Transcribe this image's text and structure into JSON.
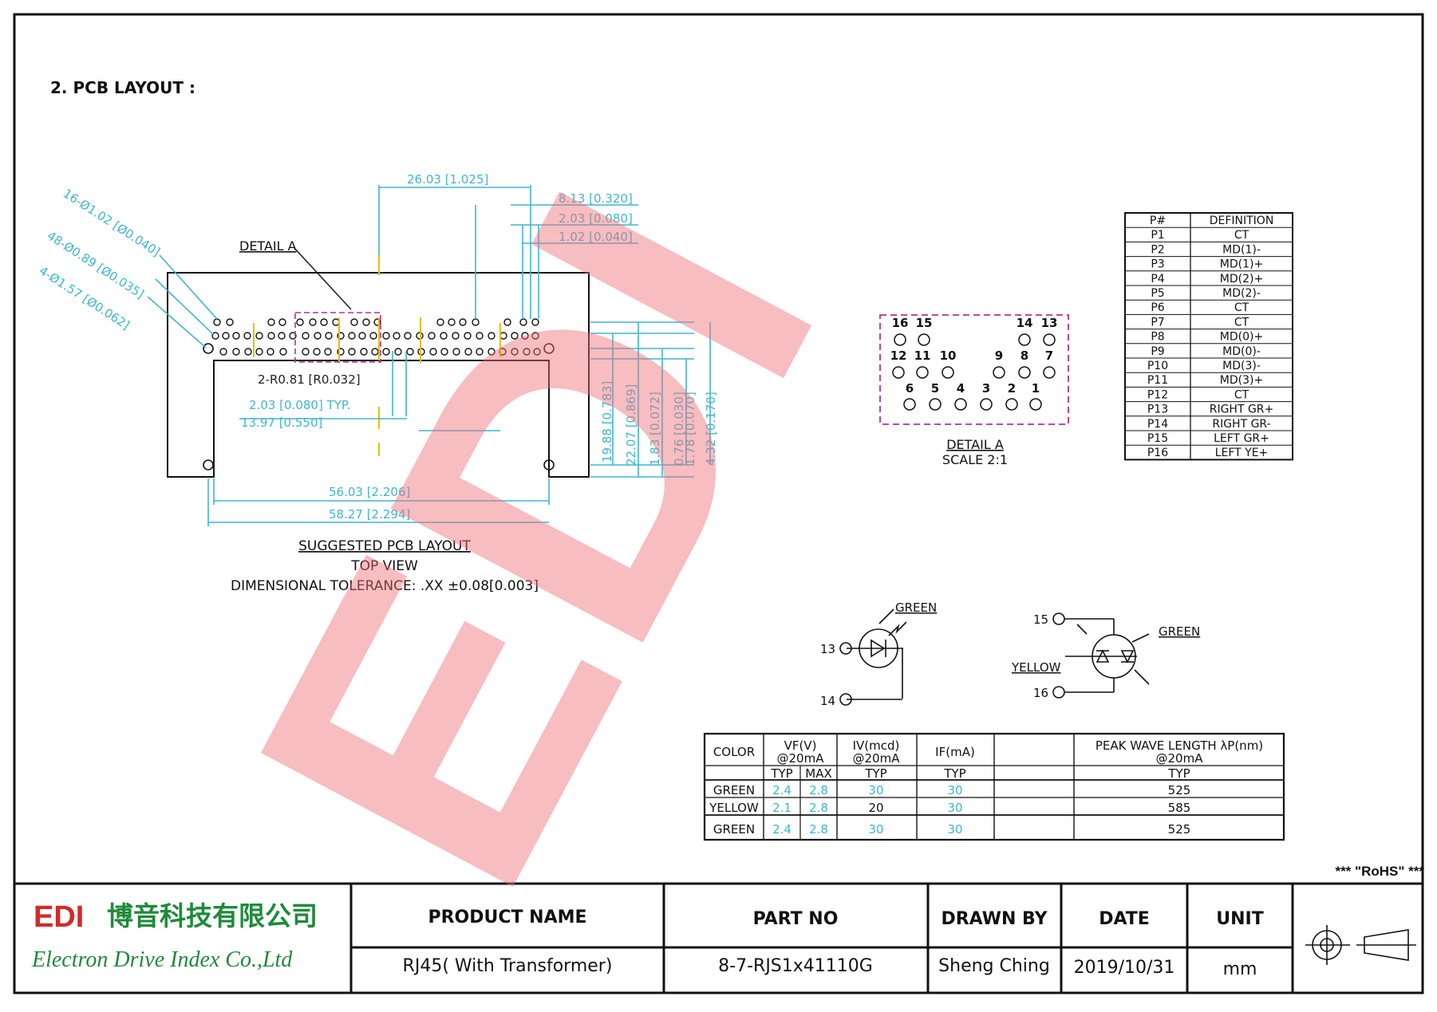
{
  "section_title": "2. PCB LAYOUT :",
  "dims": {
    "hole16": "16-Ø1.02 [Ø0.040]",
    "hole48": "48-Ø0.89 [Ø0.035]",
    "hole4": "4-Ø1.57 [Ø0.062]",
    "d2603": "26.03 [1.025]",
    "d813": "8.13 [0.320]",
    "d203a": "2.03 [0.080]",
    "d102": "1.02 [0.040]",
    "radius": "2-R0.81 [R0.032]",
    "d203typ": "2.03 [0.080] TYP.",
    "d1397": "13.97 [0.550]",
    "d5603": "56.03 [2.206]",
    "d5827": "58.27 [2.294]",
    "v1988": "19.88 [0.783]",
    "v2207": "22.07 [0.869]",
    "v183": "1.83 [0.072]",
    "v076": "0.76 [0.030]",
    "v178": "1.78 [0.070]",
    "v432": "4.32 [0.170]"
  },
  "detail_a_label": "DETAIL A",
  "caption": {
    "title": "SUGGESTED PCB LAYOUT",
    "view": "TOP VIEW",
    "tolerance": "DIMENSIONAL TOLERANCE: .XX ±0.08[0.003]"
  },
  "detail": {
    "title": "DETAIL A",
    "scale": "SCALE 2:1",
    "pins": [
      "16",
      "15",
      "14",
      "13",
      "12",
      "11",
      "10",
      "9",
      "8",
      "7",
      "6",
      "5",
      "4",
      "3",
      "2",
      "1"
    ]
  },
  "pin_table": {
    "headers": [
      "P#",
      "DEFINITION"
    ],
    "rows": [
      [
        "P1",
        "CT"
      ],
      [
        "P2",
        "MD(1)-"
      ],
      [
        "P3",
        "MD(1)+"
      ],
      [
        "P4",
        "MD(2)+"
      ],
      [
        "P5",
        "MD(2)-"
      ],
      [
        "P6",
        "CT"
      ],
      [
        "P7",
        "CT"
      ],
      [
        "P8",
        "MD(0)+"
      ],
      [
        "P9",
        "MD(0)-"
      ],
      [
        "P10",
        "MD(3)-"
      ],
      [
        "P11",
        "MD(3)+"
      ],
      [
        "P12",
        "CT"
      ],
      [
        "P13",
        "RIGHT GR+"
      ],
      [
        "P14",
        "RIGHT GR-"
      ],
      [
        "P15",
        "LEFT GR+"
      ],
      [
        "P16",
        "LEFT YE+"
      ]
    ]
  },
  "led_left": {
    "color": "GREEN",
    "pin_a": "13",
    "pin_b": "14"
  },
  "led_right": {
    "green": "GREEN",
    "yellow": "YELLOW",
    "pin_a": "15",
    "pin_b": "16"
  },
  "led_table": {
    "h_color": "COLOR",
    "h_vf": "VF(V)",
    "h_vf_sub": "@20mA",
    "h_iv": "IV(mcd)",
    "h_iv_sub": "@20mA",
    "h_if": "IF(mA)",
    "h_peak": "PEAK WAVE LENGTH λP(nm)",
    "h_peak_sub": "@20mA",
    "sub": [
      "TYP",
      "MAX",
      "TYP",
      "TYP",
      "TYP"
    ],
    "rows": [
      [
        "GREEN",
        "2.4",
        "2.8",
        "30",
        "30",
        "525"
      ],
      [
        "YELLOW",
        "2.1",
        "2.8",
        "20",
        "30",
        "585"
      ],
      [
        "GREEN",
        "2.4",
        "2.8",
        "30",
        "30",
        "525"
      ]
    ]
  },
  "rohs": "*** \"RoHS\" ***",
  "watermark": "EDI",
  "title_block": {
    "logo": "EDI",
    "company_cn": "博音科技有限公司",
    "company_en": "Electron Drive Index Co.,Ltd",
    "product_name_label": "PRODUCT NAME",
    "product_name": "RJ45( With Transformer)",
    "part_no_label": "PART  NO",
    "part_no": "8-7-RJS1x41110G",
    "drawn_by_label": "DRAWN BY",
    "drawn_by": "Sheng Ching",
    "date_label": "DATE",
    "date": "2019/10/31",
    "unit_label": "UNIT",
    "unit": "mm"
  }
}
